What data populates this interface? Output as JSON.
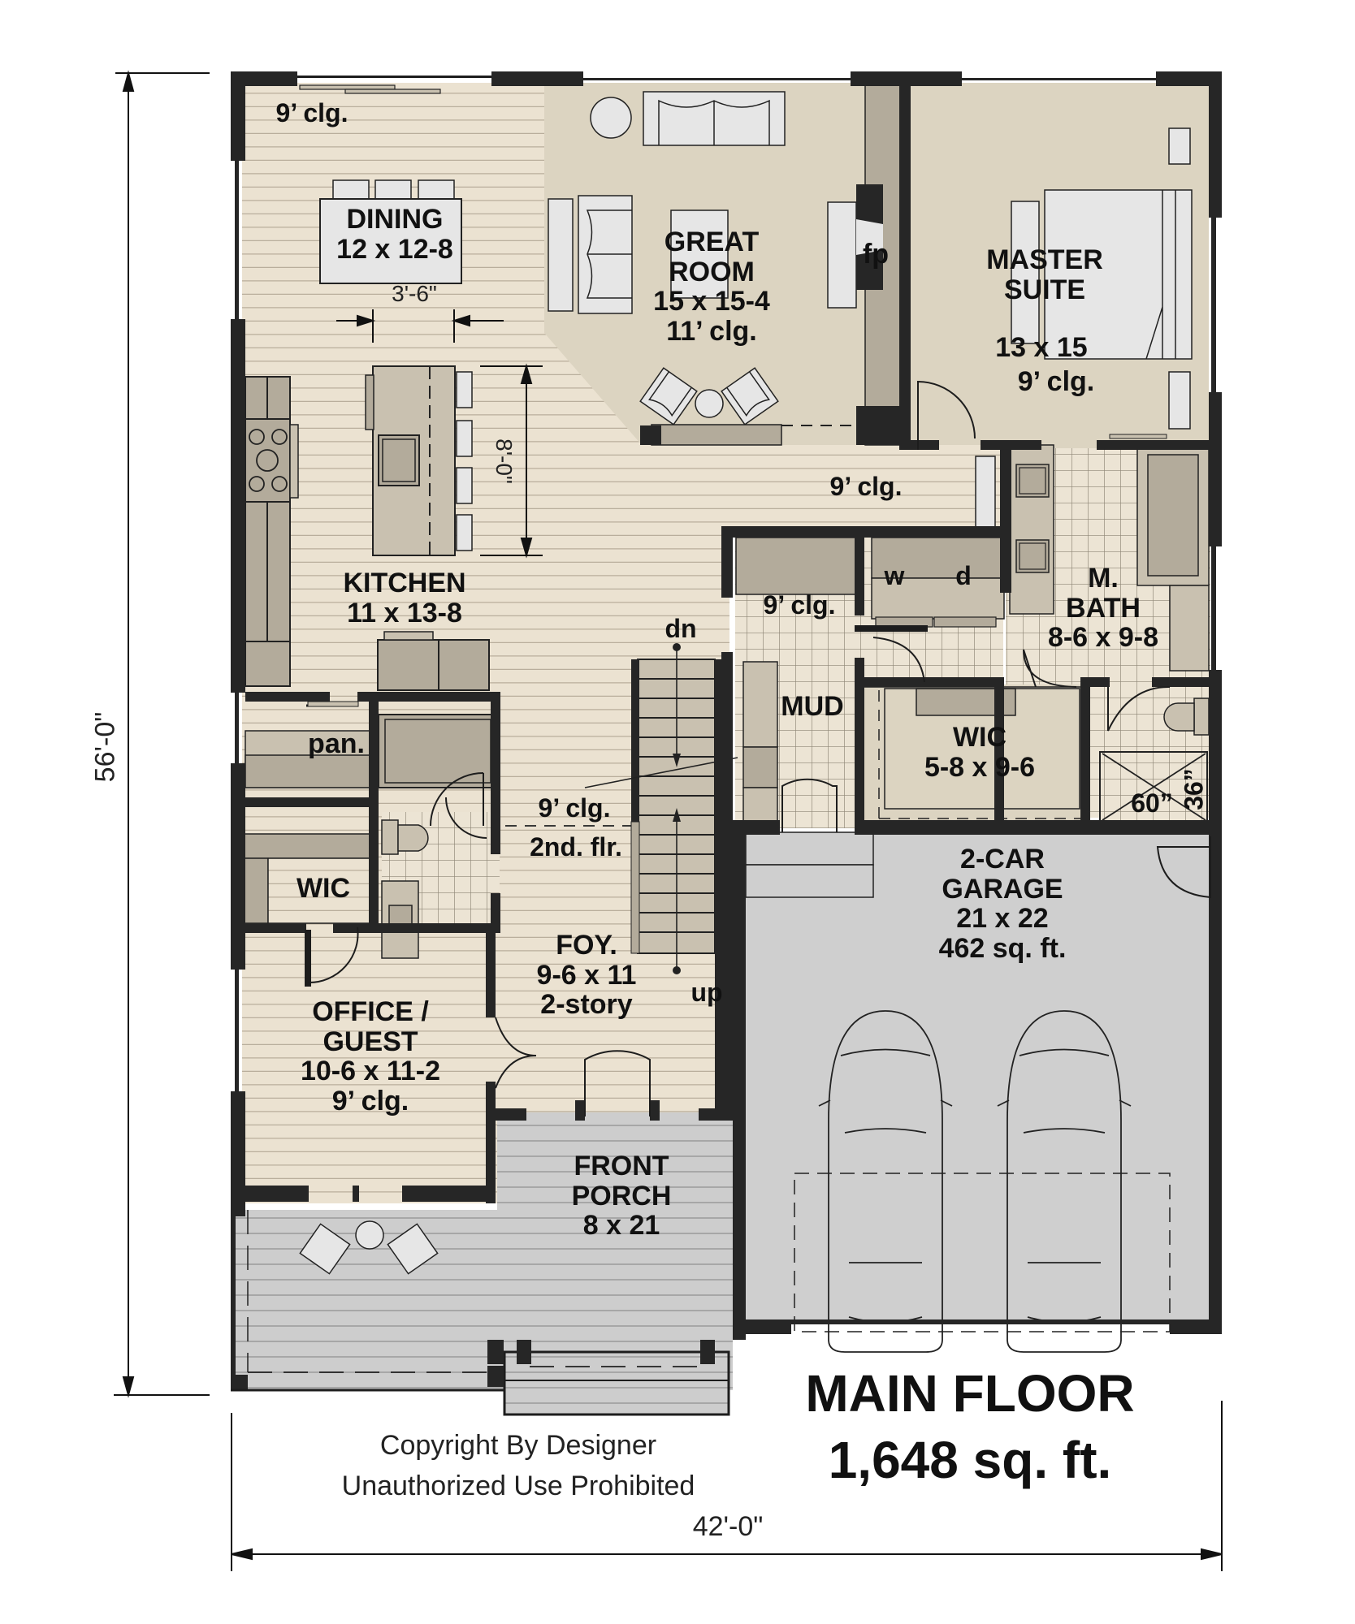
{
  "plan": {
    "title": "MAIN FLOOR",
    "total_area": "1,648 sq. ft.",
    "copyright_line1": "Copyright By Designer",
    "copyright_line2": "Unauthorized Use Prohibited",
    "overall_width": "42'-0\"",
    "overall_depth": "56'-0\""
  },
  "rooms": {
    "dining": {
      "name": "DINING",
      "size": "12 x 12-8",
      "ceiling": "9’ clg."
    },
    "great_room": {
      "name_line1": "GREAT",
      "name_line2": "ROOM",
      "size": "15 x 15-4",
      "ceiling": "11’ clg.",
      "fireplace": "fp"
    },
    "master_suite": {
      "name_line1": "MASTER",
      "name_line2": "SUITE",
      "size": "13 x 15",
      "ceiling": "9’ clg."
    },
    "hall": {
      "ceiling": "9’ clg."
    },
    "kitchen": {
      "name": "KITCHEN",
      "size": "11 x 13-8",
      "island_clearance": "3'-6\"",
      "island_length": "8'-0\""
    },
    "laundry": {
      "ceiling": "9’ clg.",
      "washer": "w",
      "dryer": "d"
    },
    "master_bath": {
      "name_line1": "M.",
      "name_line2": "BATH",
      "size": "8-6 x 9-8",
      "shower_width": "60”",
      "shower_depth": "36”"
    },
    "mud": {
      "name": "MUD"
    },
    "master_wic": {
      "name": "WIC",
      "size": "5-8 x 9-6"
    },
    "pantry": {
      "name": "pan."
    },
    "stair_hall": {
      "ceiling": "9’ clg.",
      "note": "2nd. flr.",
      "stair_down": "dn",
      "stair_up": "up"
    },
    "wic": {
      "name": "WIC"
    },
    "office": {
      "name_line1": "OFFICE /",
      "name_line2": "GUEST",
      "size": "10-6 x 11-2",
      "ceiling": "9’ clg."
    },
    "foyer": {
      "name": "FOY.",
      "size": "9-6 x 11",
      "height": "2-story"
    },
    "porch": {
      "name_line1": "FRONT",
      "name_line2": "PORCH",
      "size": "8 x 21"
    },
    "garage": {
      "name_line1": "2-CAR",
      "name_line2": "GARAGE",
      "size": "21 x 22",
      "area": "462 sq. ft."
    }
  },
  "colors": {
    "wall": "#262626",
    "wood_floor": "#ebe2d1",
    "wood_line": "#b9ae9c",
    "carpet": "#dcd4c1",
    "tile": "#ece4d4",
    "tile_line": "#8e8676",
    "cabinet": "#b3ab9b",
    "cabinet_light": "#c9c1b0",
    "furniture": "#e6e6e6",
    "garage": "#cfcfcf",
    "porch": "#cccccc",
    "porch_line": "#a7a7a7"
  }
}
